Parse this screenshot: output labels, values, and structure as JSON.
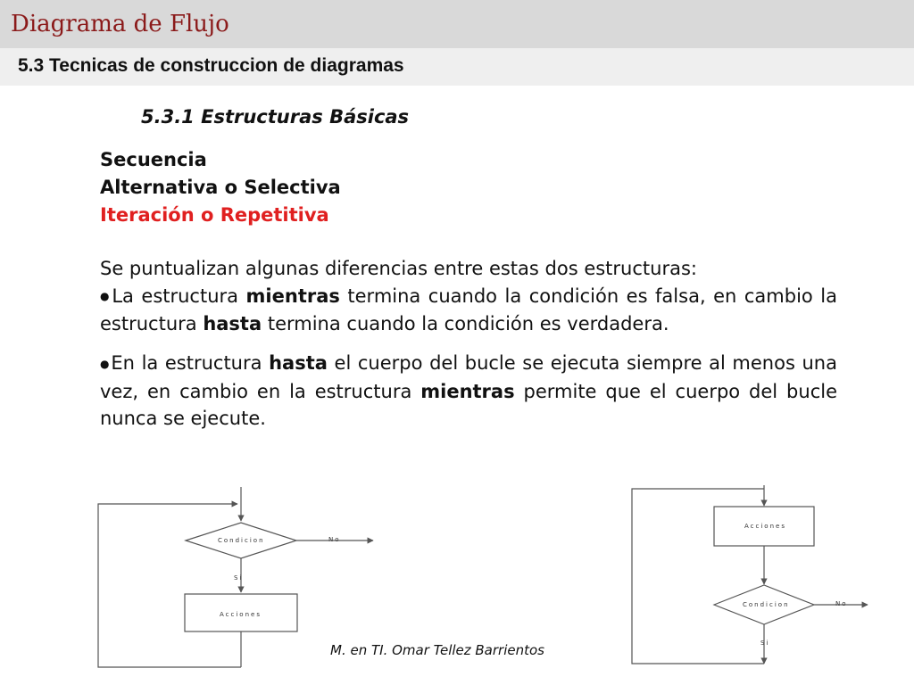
{
  "header": {
    "title": "Diagrama de Flujo",
    "subtitle": "5.3 Tecnicas de construccion de diagramas"
  },
  "section": {
    "heading": "5.3.1 Estructuras Básicas"
  },
  "structures": [
    "Secuencia",
    "Alternativa o Selectiva",
    "Iteración o Repetitiva"
  ],
  "body": {
    "intro": "Se puntualizan algunas diferencias entre estas dos estructuras:",
    "bullet1": {
      "t1": "La estructura ",
      "b1": "mientras",
      "t2": " termina cuando la condición es falsa, en cambio la estructura ",
      "b2": "hasta",
      "t3": " termina cuando la condición es verdadera."
    },
    "bullet2": {
      "t1": "En la estructura ",
      "b1": "hasta",
      "t2": " el cuerpo del bucle se ejecuta siempre al menos una vez, en cambio en la estructura ",
      "b2": "mientras",
      "t3": " permite que el cuerpo del bucle nunca se ejecute."
    }
  },
  "diagram_while": {
    "condition": "Condicion",
    "no": "No",
    "yes": "Si",
    "action": "Acciones"
  },
  "diagram_until": {
    "action": "Acciones",
    "condition": "Condicion",
    "no": "No",
    "yes": "Si"
  },
  "footer": {
    "credit": "M. en TI. Omar Tellez Barrientos"
  },
  "colors": {
    "title": "#8b1a1a",
    "highlight": "#e02020",
    "header_bg": "#d9d9d9",
    "subheader_bg": "#efefef"
  }
}
